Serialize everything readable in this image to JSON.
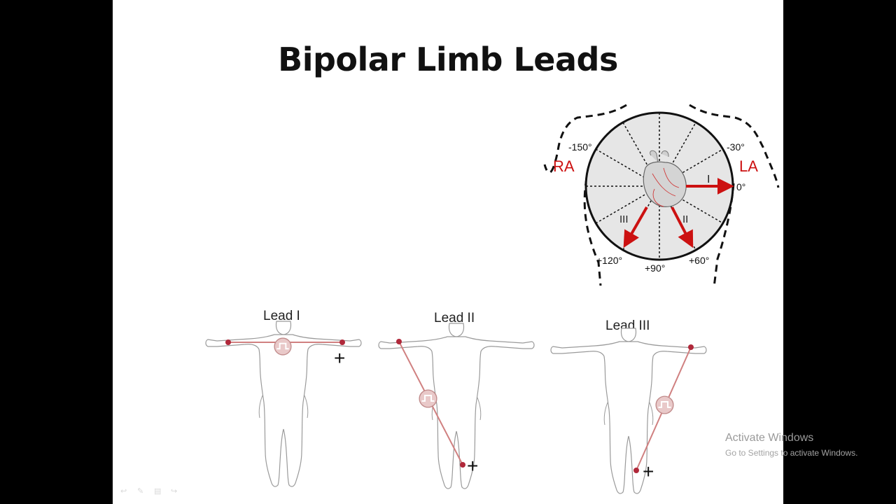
{
  "slide": {
    "title": "Bipolar Limb Leads"
  },
  "axis_diagram": {
    "left_label": "RA",
    "right_label": "LA",
    "angles": {
      "minus150": "-150°",
      "minus30": "-30°",
      "zero": "0°",
      "plus60": "+60°",
      "plus90": "+90°",
      "plus120": "+120°"
    },
    "arrow_labels": {
      "lead1": "I",
      "lead2": "II",
      "lead3": "III"
    }
  },
  "figures": [
    {
      "label": "Lead I",
      "plus_sign": "+"
    },
    {
      "label": "Lead II",
      "plus_sign": "+"
    },
    {
      "label": "Lead III",
      "plus_sign": "+"
    }
  ],
  "watermark": {
    "title": "Activate Windows",
    "subtitle": "Go to Settings to activate Windows."
  },
  "colors": {
    "lead_red": "#cc1111",
    "electrode": "#b0283a",
    "body_outline": "#9a9a9a",
    "circle_fill": "#e6e6e6"
  }
}
